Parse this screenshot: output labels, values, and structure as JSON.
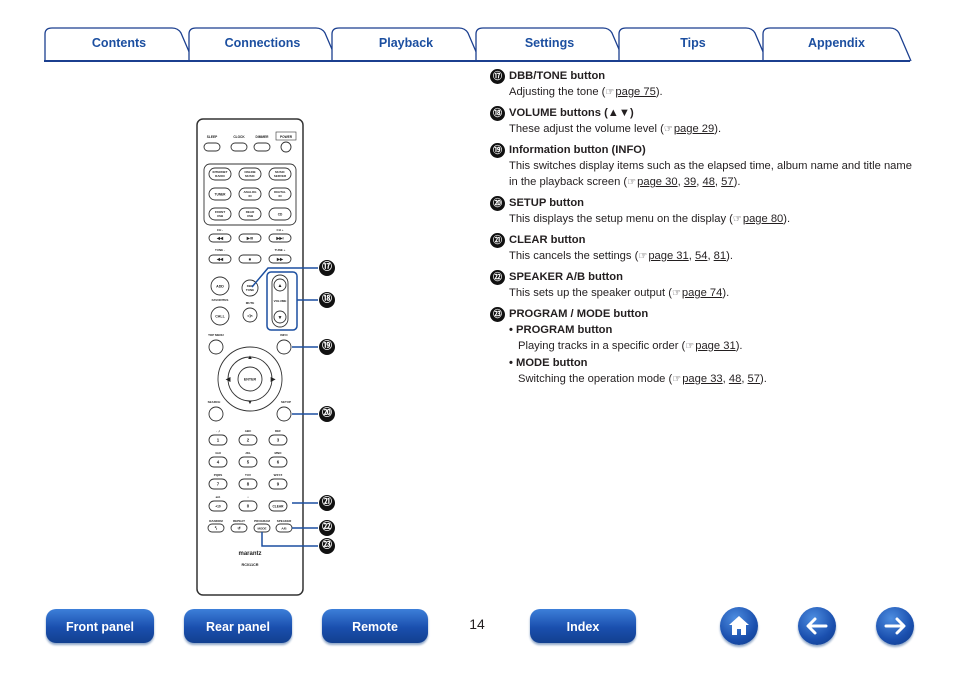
{
  "tabs": [
    {
      "label": "Contents"
    },
    {
      "label": "Connections"
    },
    {
      "label": "Playback"
    },
    {
      "label": "Settings"
    },
    {
      "label": "Tips"
    },
    {
      "label": "Appendix"
    }
  ],
  "remote": {
    "brand": "marantz",
    "model": "RC011CR",
    "top_labels": [
      "SLEEP",
      "CLOCK",
      "DIMMER",
      "POWER"
    ],
    "source_buttons": [
      "INTERNET RADIO",
      "ONLINE MUSIC",
      "MUSIC SERVER",
      "TUNER",
      "ANALOG IN",
      "DIGITAL IN",
      "FRONT USB",
      "REAR USB",
      "CD"
    ],
    "ch_labels": [
      "CH -",
      "CH +"
    ],
    "tune_labels": [
      "TUNE -",
      "TUNE +"
    ],
    "mid_labels": [
      "ADD",
      "DBB TONE",
      "FAVORITES",
      "CALL",
      "MUTE",
      "VOLUME"
    ],
    "info_labels": [
      "TOP MENU",
      "INFO",
      "ENTER",
      "SEARCH",
      "SETUP"
    ],
    "digits": [
      "1",
      "2",
      "3",
      "4",
      "5",
      "6",
      "7",
      "8",
      "9",
      "+10",
      "0",
      "CLEAR"
    ],
    "digit_labels": [
      ". ,/",
      "ABC",
      "DEF",
      "GHI",
      "JKL",
      "MNO",
      "PQRS",
      "TUV",
      "WXYZ",
      "a/A",
      "•"
    ],
    "bottom_labels": [
      "RANDOM",
      "REPEAT",
      "PROGRAM",
      "SPEAKER",
      "MODE",
      "A/B"
    ],
    "callouts": [
      "⑰",
      "⑱",
      "⑲",
      "⑳",
      "㉑",
      "㉒",
      "㉓"
    ]
  },
  "items": [
    {
      "num": "⑰",
      "title": "DBB/TONE button",
      "body": "Adjusting the tone (",
      "refs": [
        "page 75"
      ],
      "tail": ")."
    },
    {
      "num": "⑱",
      "title": "VOLUME buttons (▲▼)",
      "body": "These adjust the volume level (",
      "refs": [
        "page 29"
      ],
      "tail": ")."
    },
    {
      "num": "⑲",
      "title": "Information button (INFO)",
      "body": "This switches display items such as the elapsed time, album name and title name in the playback screen (",
      "refs": [
        "page 30",
        "39",
        "48",
        "57"
      ],
      "tail": ")."
    },
    {
      "num": "⑳",
      "title": "SETUP button",
      "body": "This displays the setup menu on the display (",
      "refs": [
        "page 80"
      ],
      "tail": ")."
    },
    {
      "num": "㉑",
      "title": "CLEAR button",
      "body": "This cancels the settings (",
      "refs": [
        "page 31",
        "54",
        "81"
      ],
      "tail": ")."
    },
    {
      "num": "㉒",
      "title": "SPEAKER A/B button",
      "body": "This sets up the speaker output (",
      "refs": [
        "page 74"
      ],
      "tail": ")."
    },
    {
      "num": "㉓",
      "title": "PROGRAM / MODE button",
      "body": "",
      "refs": [],
      "tail": "",
      "subs": [
        {
          "title": "• PROGRAM button",
          "body": "Playing tracks in a specific order (",
          "refs": [
            "page 31"
          ],
          "tail": ")."
        },
        {
          "title": "• MODE button",
          "body": "Switching the operation mode (",
          "refs": [
            "page 33",
            "48",
            "57"
          ],
          "tail": ")."
        }
      ]
    }
  ],
  "footer": {
    "front_panel": "Front panel",
    "rear_panel": "Rear panel",
    "remote": "Remote",
    "page_number": "14",
    "index": "Index",
    "home_icon": "home-icon",
    "back_icon": "arrow-left-icon",
    "forward_icon": "arrow-right-icon"
  },
  "colors": {
    "accent": "#1c4fa0",
    "tab_line": "#1b3f8f",
    "button": "#1a4fae"
  }
}
